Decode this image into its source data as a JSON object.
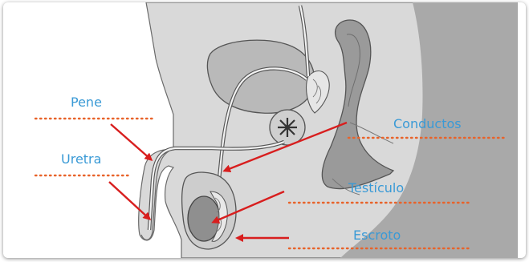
{
  "labels": {
    "pene": "Pene",
    "uretra": "Uretra",
    "conductos": "Conductos",
    "testiculo": "Testículo",
    "escroto": "Escroto"
  },
  "colors": {
    "label_text": "#3a9ad6",
    "dotted_line": "#e8632a",
    "arrow": "#d81e1e",
    "tissue_light": "#d9d9d9",
    "tissue_mid": "#bdbdbd",
    "tissue_dark": "#8c8c8c",
    "outline": "#555555"
  }
}
